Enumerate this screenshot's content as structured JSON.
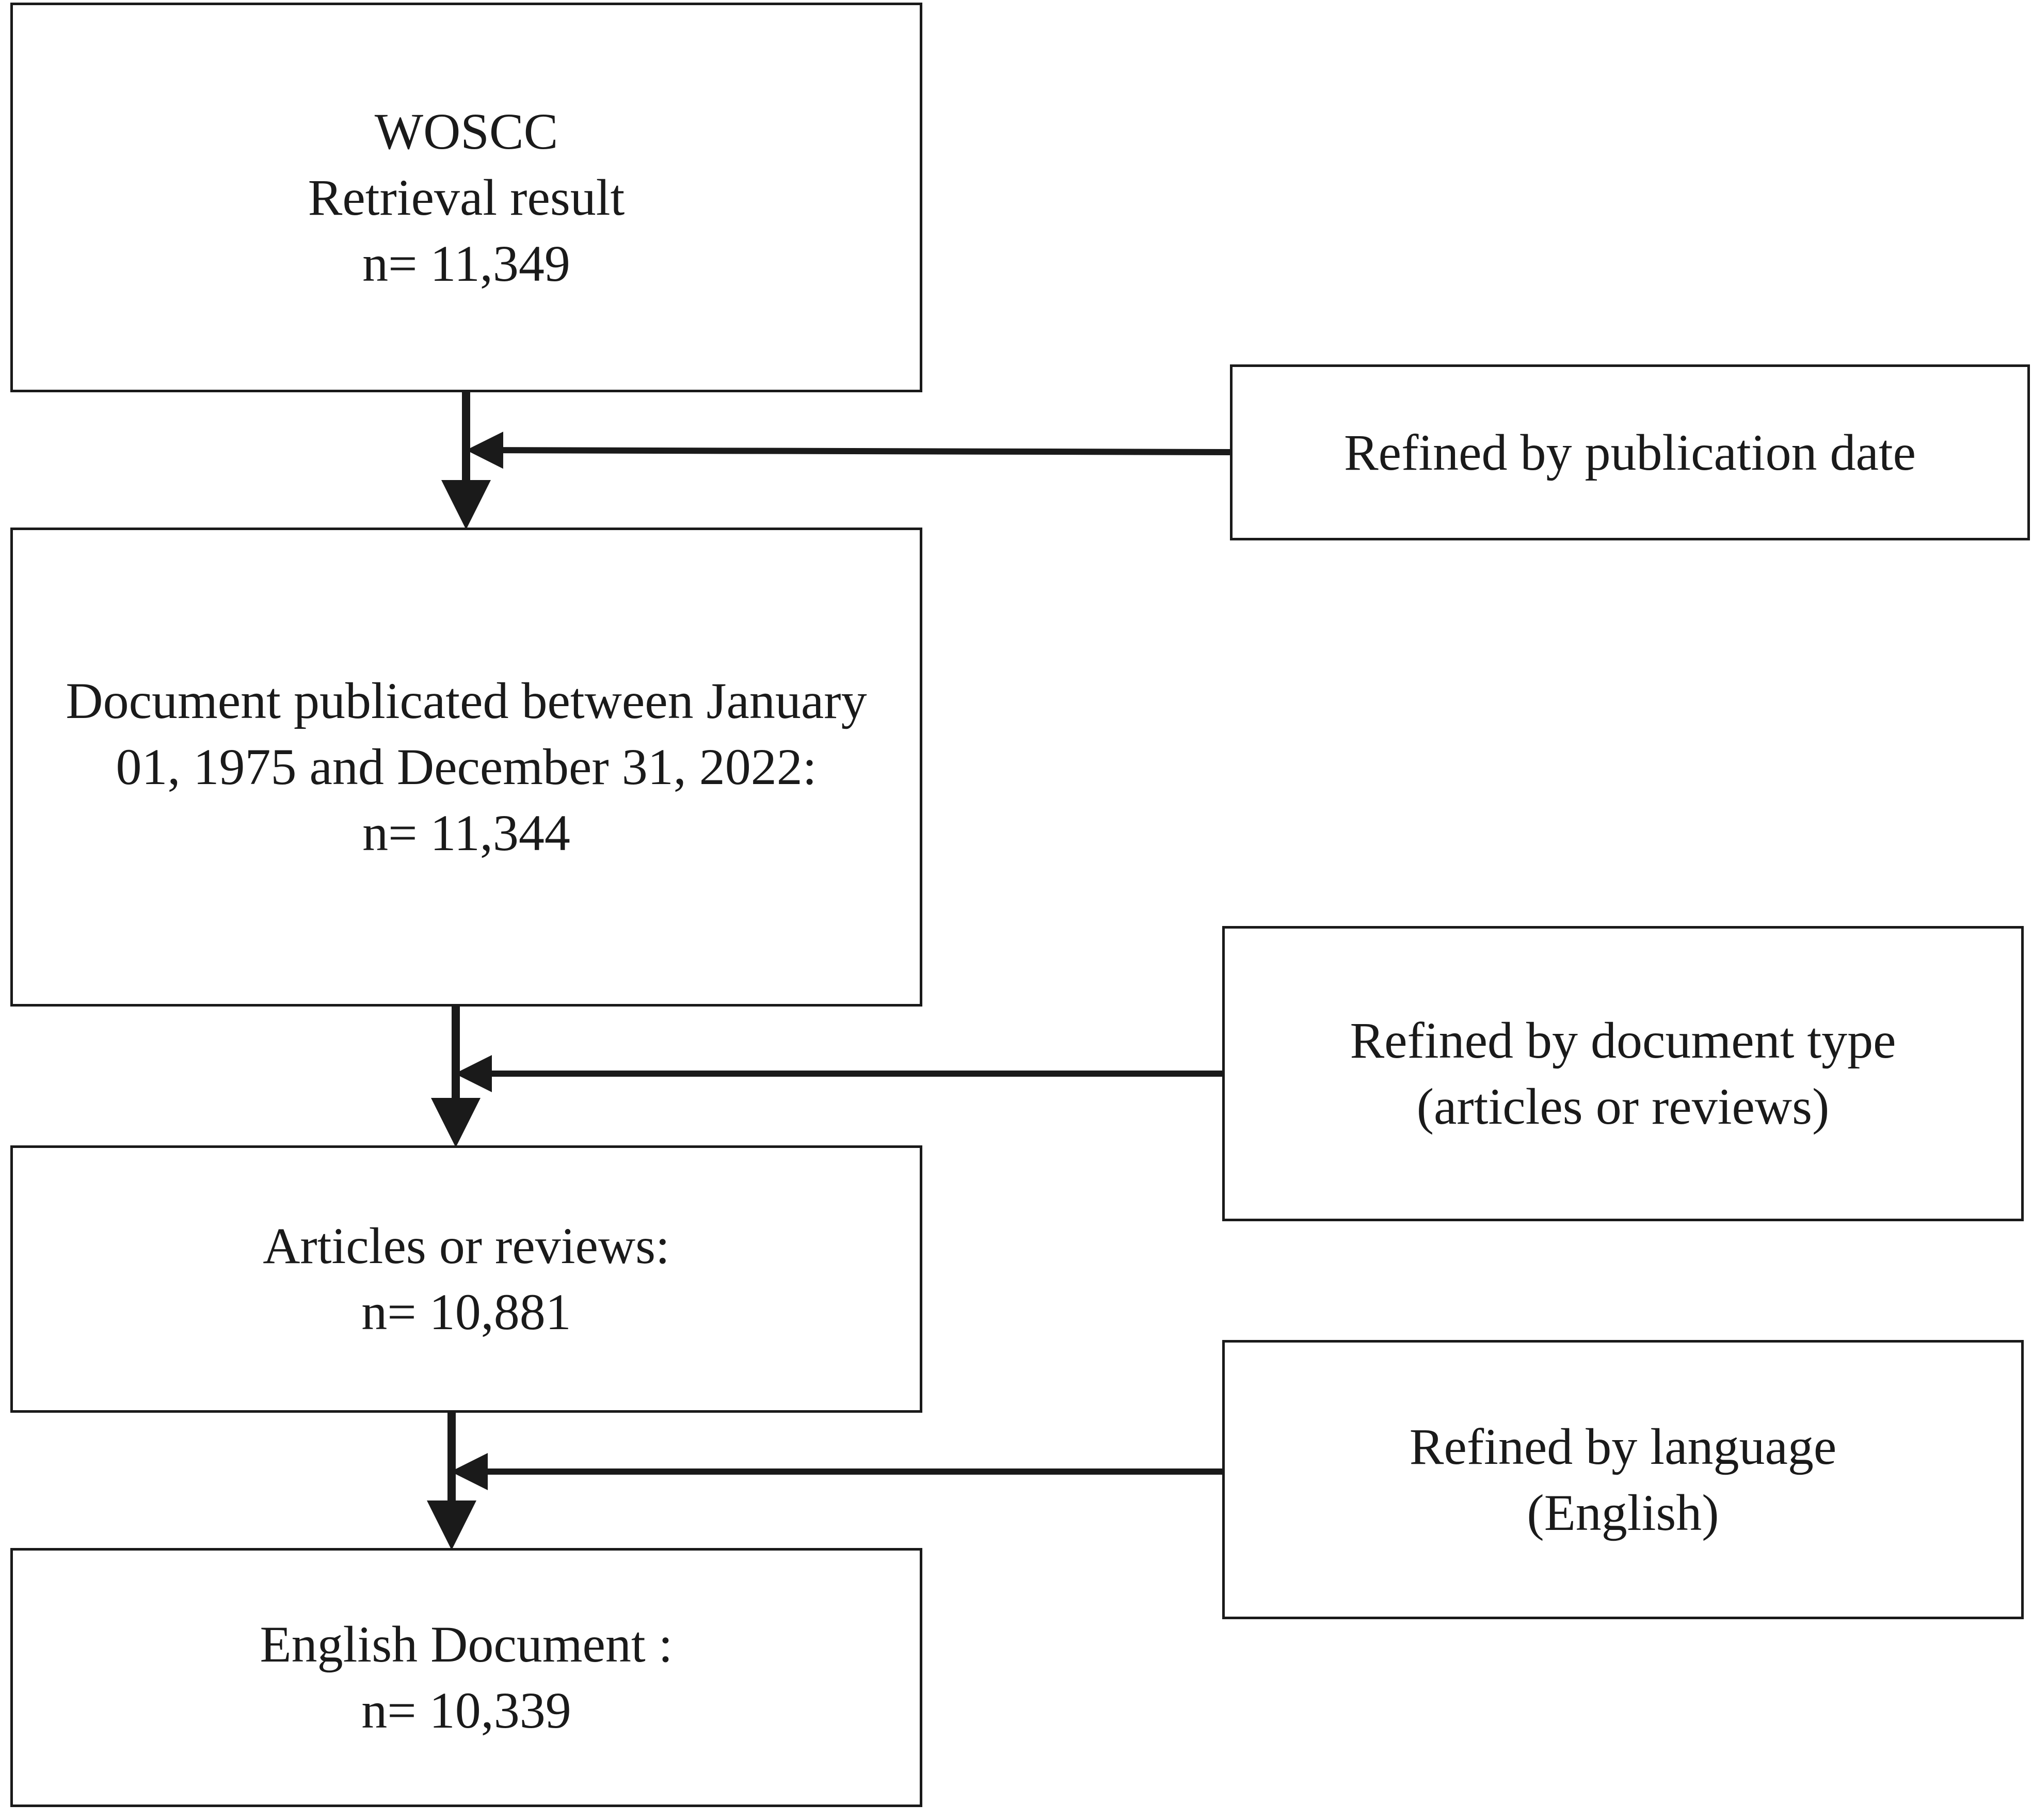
{
  "nodes": {
    "woscc": {
      "lines": [
        "WOSCC",
        "Retrieval result",
        "n= 11,349"
      ]
    },
    "date_filtered": {
      "text": "Document publicated between January 01, 1975 and December 31, 2022:",
      "count": "n= 11,344"
    },
    "articles": {
      "lines": [
        "Articles or reviews:",
        "n= 10,881"
      ]
    },
    "english": {
      "lines": [
        "English Document :",
        "n= 10,339"
      ]
    },
    "refine_date": {
      "lines": [
        "Refined by publication date"
      ]
    },
    "refine_type": {
      "lines": [
        "Refined by document type",
        "(articles or reviews)"
      ]
    },
    "refine_language": {
      "lines": [
        "Refined by language",
        "(English)"
      ]
    }
  },
  "edges": [
    {
      "from": "woscc",
      "to": "date_filtered",
      "style": "arrow"
    },
    {
      "from": "refine_date",
      "to": "woscc-date_filtered",
      "style": "arrow"
    },
    {
      "from": "date_filtered",
      "to": "articles",
      "style": "arrow"
    },
    {
      "from": "refine_type",
      "to": "date_filtered-articles",
      "style": "arrow"
    },
    {
      "from": "articles",
      "to": "english",
      "style": "arrow"
    },
    {
      "from": "refine_language",
      "to": "articles-english",
      "style": "arrow"
    }
  ],
  "colors": {
    "line": "#1a1a1a",
    "background": "#ffffff"
  }
}
